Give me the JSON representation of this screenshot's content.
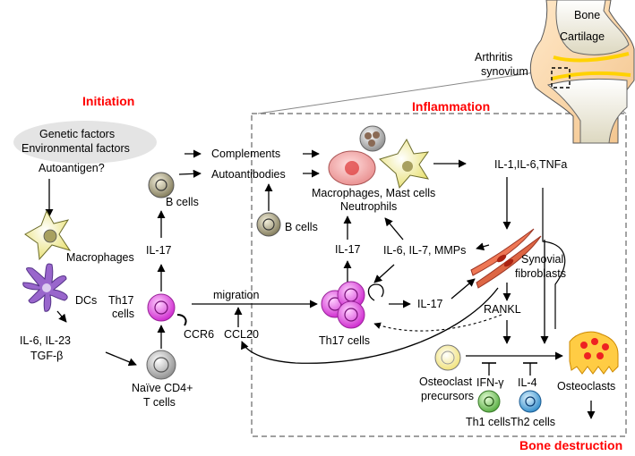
{
  "headings": {
    "initiation": "Initiation",
    "inflammation": "Inflammation",
    "bone_destruction": "Bone destruction"
  },
  "joint": {
    "bone": "Bone",
    "cartilage": "Cartilage",
    "synovium_line1": "Arthritis",
    "synovium_line2": "synovium"
  },
  "initiation": {
    "factors_line1": "Genetic factors",
    "factors_line2": "Environmental factors",
    "autoantigen": "Autoantigen?",
    "macrophages": "Macrophages",
    "dcs": "DCs",
    "cytokines_line1": "IL-6, IL-23",
    "cytokines_line2": "TGF-β",
    "naive_line1": "Naïve CD4+",
    "naive_line2": "T cells",
    "th17_line1": "Th17",
    "th17_line2": "cells",
    "il17": "IL-17",
    "b_cells": "B cells",
    "ccr6": "CCR6",
    "ccl20": "CCL20",
    "migration": "migration"
  },
  "inflammation": {
    "complements": "Complements",
    "autoantibodies": "Autoantibodies",
    "mac_line1": "Macrophages, Mast cells",
    "mac_line2": "Neutrophils",
    "b_cells": "B cells",
    "il17_up": "IL-17",
    "il6_group": "IL-6, IL-7, MMPs",
    "il1_group": "IL-1,IL-6,TNFa",
    "synovial_line1": "Synovial",
    "synovial_line2": "fibroblasts",
    "th17": "Th17 cells",
    "il17_right": "IL-17",
    "rankl": "RANKL"
  },
  "bone": {
    "precursor_line1": "Osteoclast",
    "precursor_line2": "precursors",
    "ifn": "IFN-γ",
    "il4": "IL-4",
    "th1": "Th1 cells",
    "th2": "Th2 cells",
    "osteoclasts": "Osteoclasts"
  }
}
